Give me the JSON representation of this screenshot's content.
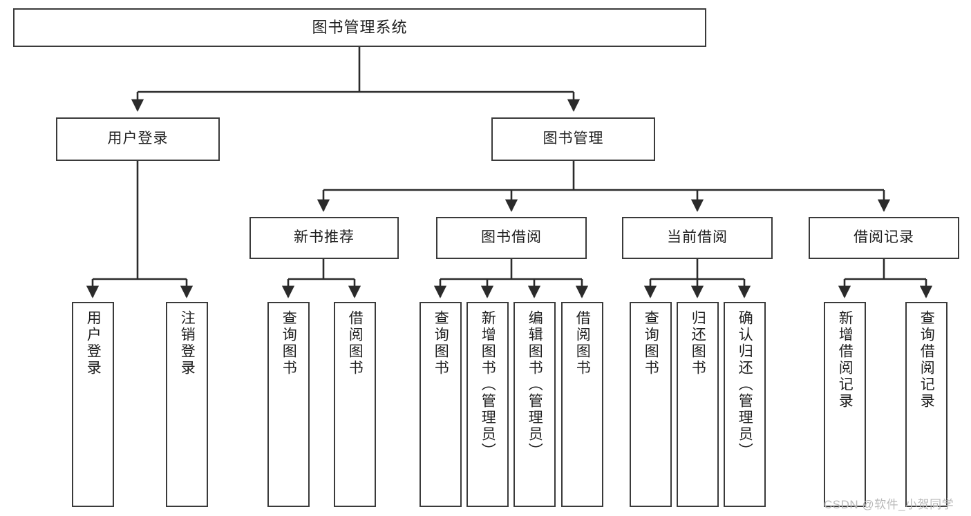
{
  "diagram": {
    "type": "tree",
    "title": "图书管理系统",
    "orientation": "top-down",
    "colors": {
      "box_border": "#3a3a3a",
      "box_fill": "#ffffff",
      "edge": "#2b2b2b",
      "text": "#1f1f1f",
      "watermark": "#b9b9b9"
    },
    "root": {
      "label": "图书管理系统"
    },
    "level2": [
      {
        "label": "用户登录"
      },
      {
        "label": "图书管理"
      }
    ],
    "level3": [
      {
        "label": "新书推荐"
      },
      {
        "label": "图书借阅"
      },
      {
        "label": "当前借阅"
      },
      {
        "label": "借阅记录"
      }
    ],
    "leaves": {
      "user_login": [
        {
          "label": "用户登录"
        },
        {
          "label": "注销登录"
        }
      ],
      "new_book_recommend": [
        {
          "label": "查询图书"
        },
        {
          "label": "借阅图书"
        }
      ],
      "book_borrow": [
        {
          "label": "查询图书"
        },
        {
          "label": "新增图书（管理员）"
        },
        {
          "label": "编辑图书（管理员）"
        },
        {
          "label": "借阅图书"
        }
      ],
      "current_borrow": [
        {
          "label": "查询图书"
        },
        {
          "label": "归还图书"
        },
        {
          "label": "确认归还（管理员）"
        }
      ],
      "borrow_record": [
        {
          "label": "新增借阅记录"
        },
        {
          "label": "查询借阅记录"
        }
      ]
    },
    "watermark": "CSDN @软件_小贺同学"
  }
}
